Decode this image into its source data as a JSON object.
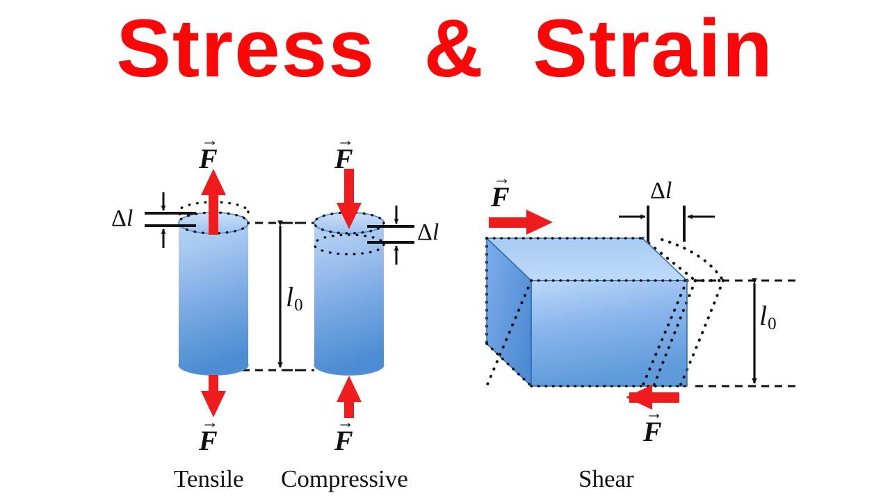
{
  "title": "Stress  &  Strain",
  "title_color": "#fb0707",
  "background_color": "#ffffff",
  "palette": {
    "body_blue_light": "#b5d2f2",
    "body_blue_mid": "#6ba3e0",
    "body_blue_dark": "#3f7fc4",
    "force_red": "#ee1c1c",
    "line_black": "#111111"
  },
  "figures": [
    {
      "id": "tensile",
      "caption": "Tensile",
      "shape": "cylinder",
      "top_force": {
        "label": "F",
        "vector": true,
        "direction": "up",
        "color": "#ee1c1c"
      },
      "bottom_force": {
        "label": "F",
        "vector": true,
        "direction": "down",
        "color": "#ee1c1c"
      },
      "deformation_label": "Δ",
      "deformation_symbol": "l",
      "deformation_side": "left",
      "length_label": "l",
      "length_subscript": "0"
    },
    {
      "id": "compressive",
      "caption": "Compressive",
      "shape": "cylinder",
      "top_force": {
        "label": "F",
        "vector": true,
        "direction": "down",
        "color": "#ee1c1c"
      },
      "bottom_force": {
        "label": "F",
        "vector": true,
        "direction": "up",
        "color": "#ee1c1c"
      },
      "deformation_label": "Δ",
      "deformation_symbol": "l",
      "deformation_side": "right",
      "length_label": "l",
      "length_subscript": "0"
    },
    {
      "id": "shear",
      "caption": "Shear",
      "shape": "box",
      "top_force": {
        "label": "F",
        "vector": true,
        "direction": "right",
        "color": "#ee1c1c"
      },
      "bottom_force": {
        "label": "F",
        "vector": true,
        "direction": "left",
        "color": "#ee1c1c"
      },
      "deformation_label": "Δ",
      "deformation_symbol": "l",
      "deformation_side": "top",
      "length_label": "l",
      "length_subscript": "0"
    }
  ],
  "labels": {
    "delta": "Δ",
    "ell": "l",
    "zero": "0",
    "F": "F",
    "arrow_right": "→"
  },
  "captions": {
    "tensile": "Tensile",
    "compressive": "Compressive",
    "shear": "Shear"
  }
}
